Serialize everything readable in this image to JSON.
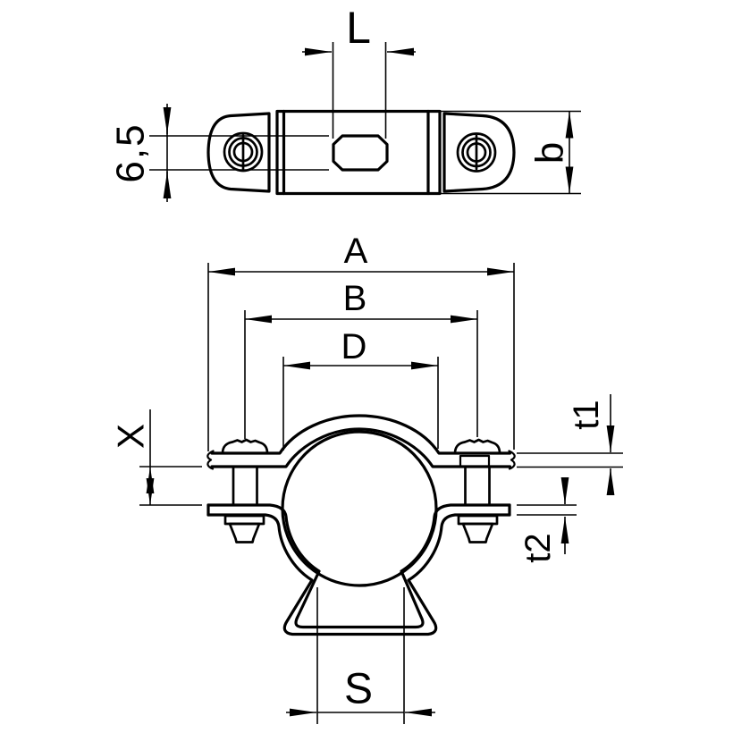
{
  "page": {
    "background_color": "#ffffff",
    "line_color": "#000000"
  },
  "top_view": {
    "labels": {
      "slot_length": "L",
      "slot_height": "6,5",
      "band_width": "b"
    }
  },
  "front_view": {
    "labels": {
      "overall_width": "A",
      "screw_spacing": "B",
      "pipe_diameter": "D",
      "clamping_range": "X",
      "material_thickness_1": "t1",
      "material_thickness_2": "t2",
      "base_width": "S"
    }
  }
}
